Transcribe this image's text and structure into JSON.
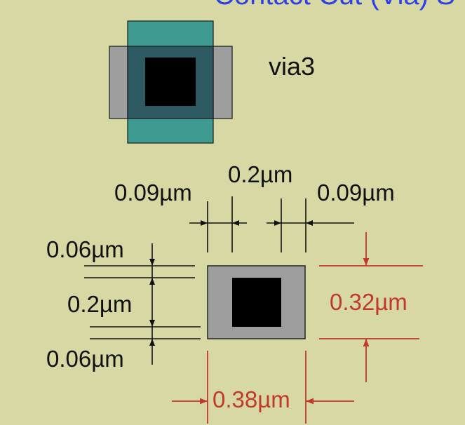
{
  "header": {
    "title_partial": "Contact Cut (Via) S"
  },
  "via_symbol": {
    "label": "via3"
  },
  "dimensions": {
    "top_left_spacing": "0.09µm",
    "top_middle_spacing": "0.2µm",
    "top_right_spacing": "0.09µm",
    "left_top_spacing": "0.06µm",
    "left_middle_spacing": "0.2µm",
    "left_bottom_spacing": "0.06µm",
    "metal_height": "0.32µm",
    "metal_width": "0.38µm"
  },
  "colors": {
    "background": "#d8d8a4",
    "title_blue": "#2f3fe6",
    "upper_metal_teal": "#3e9b92",
    "lower_metal_gray": "#9e9e9e",
    "overlap": "#2d5a63",
    "via_black": "#000000",
    "dimension_red": "#c0392b",
    "dimension_black": "#111111"
  }
}
